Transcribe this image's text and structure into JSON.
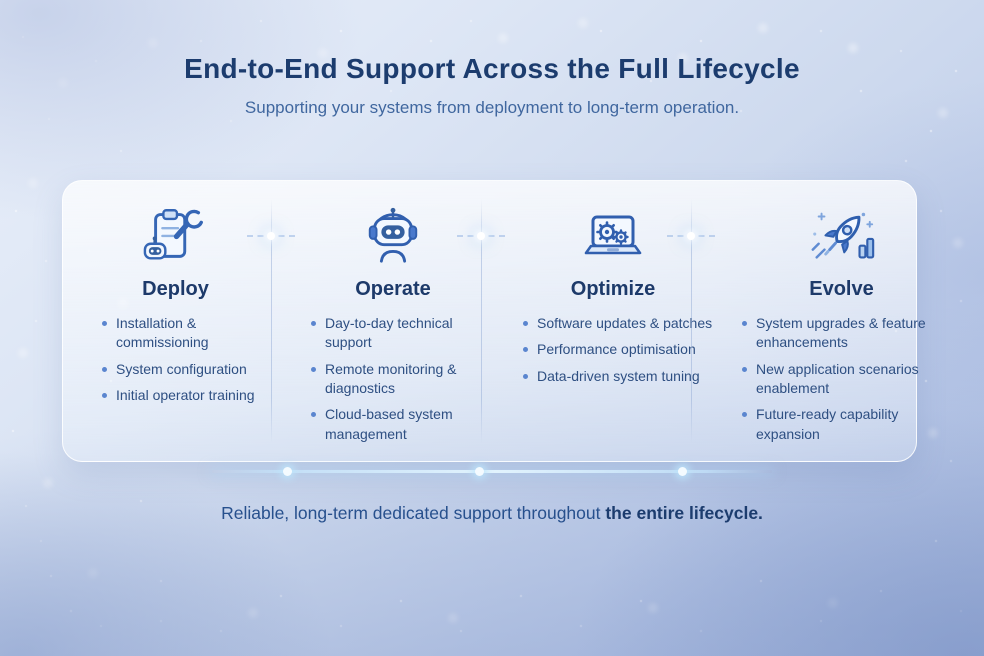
{
  "header": {
    "title": "End-to-End Support Across the Full Lifecycle",
    "subtitle": "Supporting your systems from deployment to long-term operation."
  },
  "stages": [
    {
      "name": "Deploy",
      "icon": "clipboard-wrench-icon",
      "bullets": [
        "Installation & commissioning",
        "System configuration",
        "Initial operator training"
      ]
    },
    {
      "name": "Operate",
      "icon": "robot-headset-icon",
      "bullets": [
        "Day-to-day technical support",
        "Remote monitoring & diagnostics",
        "Cloud-based system management"
      ]
    },
    {
      "name": "Optimize",
      "icon": "laptop-gears-icon",
      "bullets": [
        "Software updates & patches",
        "Performance optimisation",
        "Data-driven system tuning"
      ]
    },
    {
      "name": "Evolve",
      "icon": "rocket-growth-icon",
      "bullets": [
        "System upgrades & feature enhancements",
        "New application scenarios enablement",
        "Future-ready capability expansion"
      ]
    }
  ],
  "footer": {
    "tagline_regular": "Reliable, long-term dedicated support throughout ",
    "tagline_bold": "the entire lifecycle."
  },
  "colors": {
    "title": "#1c3c6e",
    "subtitle": "#40679f",
    "heading": "#1d3a6a",
    "bullet_text": "#2e4f82",
    "accent": "#3566b5"
  }
}
